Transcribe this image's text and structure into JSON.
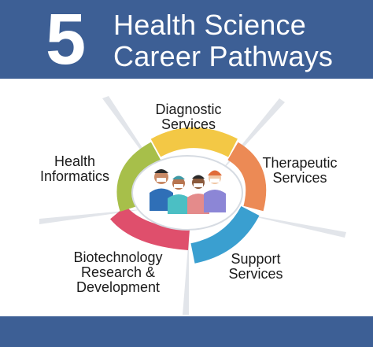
{
  "header": {
    "number": "5",
    "title_line1": "Health Science",
    "title_line2": "Career Pathways"
  },
  "pathways": [
    {
      "line1": "Diagnostic",
      "line2": "Services",
      "color": "#f3c845"
    },
    {
      "line1": "Therapeutic",
      "line2": "Services",
      "color": "#ec8a55"
    },
    {
      "line1": "Support",
      "line2": "Services",
      "color": "#3a9fd0"
    },
    {
      "line1": "Biotechnology",
      "line2": "Research &",
      "line3": "Development",
      "color": "#df4f6c"
    },
    {
      "line1": "Health",
      "line2": "Informatics",
      "color": "#a7bf4a"
    }
  ],
  "colors": {
    "header_bg": "#3d5f95",
    "footer_bg": "#3d5f95",
    "center_bg": "#ffffff"
  },
  "icons": [
    "medical-team-icon"
  ]
}
